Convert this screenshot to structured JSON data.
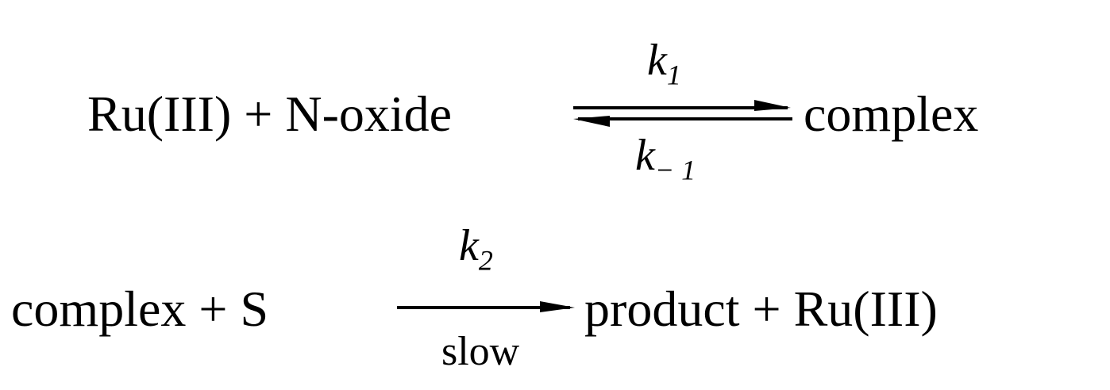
{
  "reaction1": {
    "left": "Ru(III) + N-oxide",
    "right": "complex",
    "forward_constant": "k",
    "forward_subscript": "1",
    "reverse_constant": "k",
    "reverse_subscript": "− 1"
  },
  "reaction2": {
    "left": "complex + S",
    "right": "product + Ru(III)",
    "constant": "k",
    "constant_subscript": "2",
    "condition": "slow"
  }
}
